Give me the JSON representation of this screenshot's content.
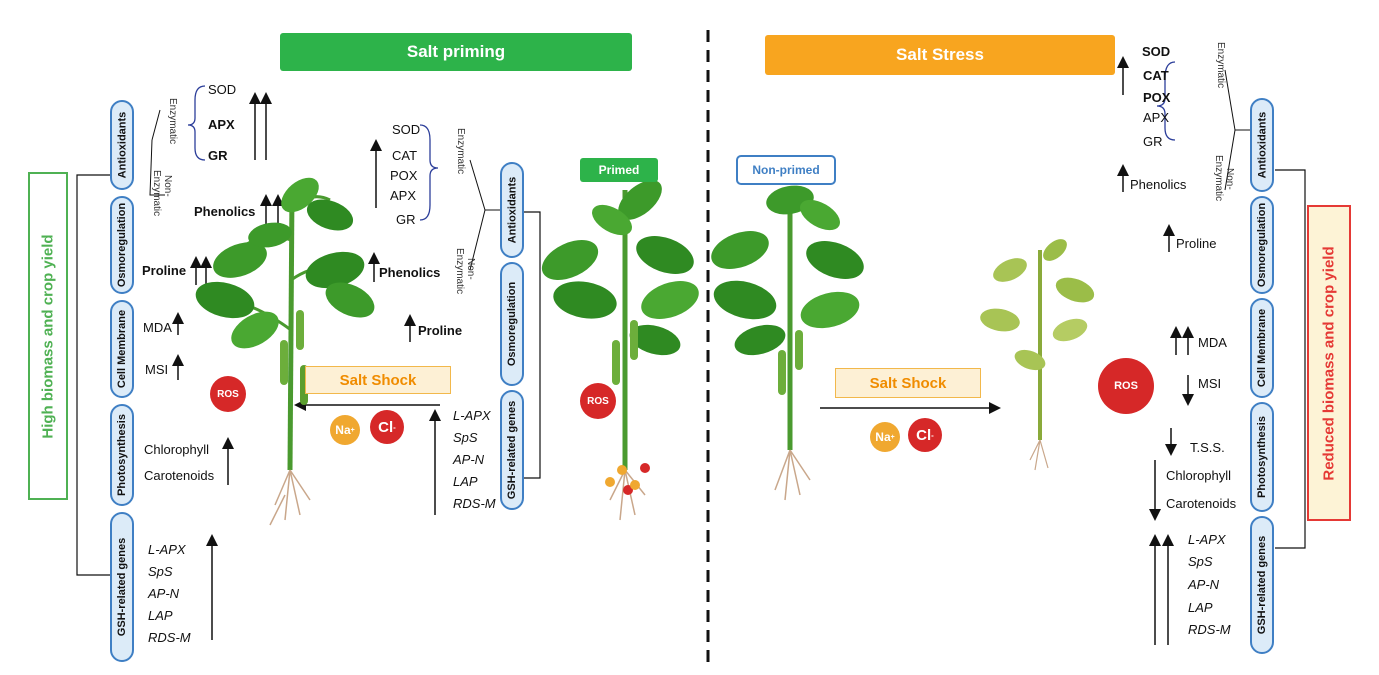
{
  "banners": {
    "left": "Salt priming",
    "right": "Salt Stress"
  },
  "side_boxes": {
    "left": "High biomass and crop yield",
    "right": "Reduced biomass and crop yield"
  },
  "tags": {
    "primed": "Primed",
    "non_primed": "Non-primed"
  },
  "shock": {
    "left": "Salt Shock",
    "right": "Salt Shock"
  },
  "ions": {
    "na": "Na",
    "na_sup": "+",
    "cl": "Cl",
    "cl_sup": "-",
    "ros": "ROS"
  },
  "pills": {
    "antioxidants": "Antioxidants",
    "osmoregulation": "Osmoregulation",
    "cell_membrane": "Cell Membrane",
    "photosynthesis": "Photosynthesis",
    "gsh": "GSH-related genes"
  },
  "categories": {
    "enzymatic": "Enzymatic",
    "non_enzymatic_1": "Non-",
    "non_enzymatic_2": "Enzymatic"
  },
  "left_primed": {
    "enzymes": [
      "SOD",
      "APX",
      "GR"
    ],
    "phenolics": "Phenolics",
    "proline": "Proline",
    "mda": "MDA",
    "msi": "MSI",
    "chlorophyll": "Chlorophyll",
    "carotenoids": "Carotenoids",
    "genes": [
      "L-APX",
      "SpS",
      "AP-N",
      "LAP",
      "RDS-M"
    ]
  },
  "mid_primed": {
    "enzymes": [
      "SOD",
      "CAT",
      "POX",
      "APX",
      "GR"
    ],
    "phenolics": "Phenolics",
    "proline": "Proline",
    "genes": [
      "L-APX",
      "SpS",
      "AP-N",
      "LAP",
      "RDS-M"
    ]
  },
  "right_stress": {
    "enzymes": [
      "SOD",
      "CAT",
      "POX",
      "APX",
      "GR"
    ],
    "phenolics": "Phenolics",
    "proline": "Proline",
    "mda": "MDA",
    "msi": "MSI",
    "tss": "T.S.S.",
    "chlorophyll": "Chlorophyll",
    "carotenoids": "Carotenoids",
    "genes": [
      "L-APX",
      "SpS",
      "AP-N",
      "LAP",
      "RDS-M"
    ]
  },
  "colors": {
    "green": "#2db34a",
    "orange": "#f8a51f",
    "ros_red": "#d62828",
    "pill_blue": "#3f7fc4",
    "pill_fill": "#dcebf8",
    "box_green": "#4fb153",
    "box_red": "#e53935",
    "box_fill": "#fdf3d6"
  }
}
